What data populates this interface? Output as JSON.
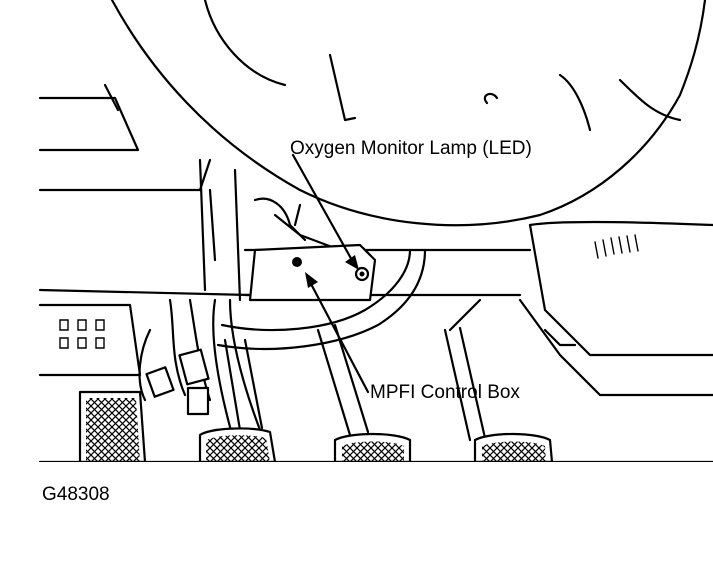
{
  "labels": {
    "oxygen_lamp": "Oxygen Monitor Lamp (LED)",
    "control_box": "MPFI Control Box"
  },
  "figure_id": "G48308"
}
